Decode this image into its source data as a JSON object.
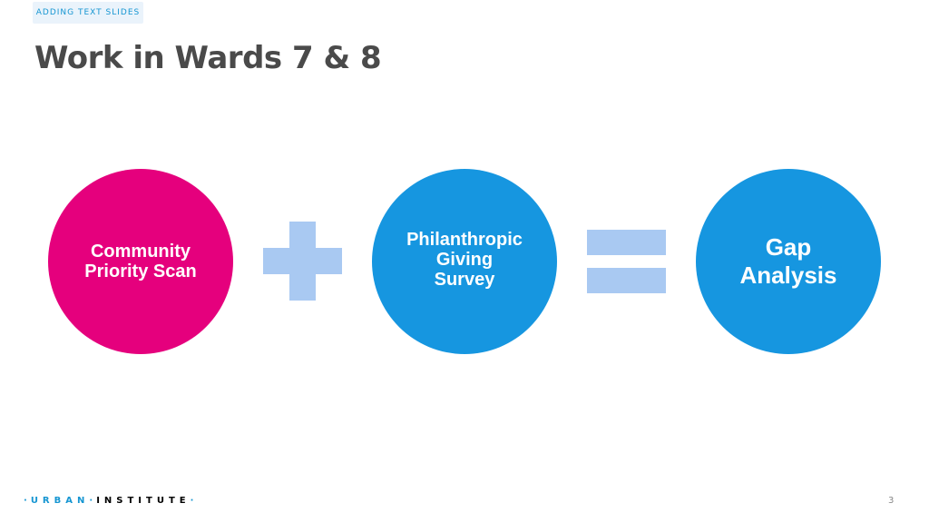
{
  "header": {
    "section_tag": "ADDING TEXT SLIDES",
    "title": "Work in Wards 7 & 8"
  },
  "diagram": {
    "items": [
      {
        "label": "Community\nPriority Scan",
        "color": "#e5007d"
      },
      {
        "label": "Philanthropic\nGiving\nSurvey",
        "color": "#1696e0"
      },
      {
        "label": "Gap\nAnalysis",
        "color": "#1696e0"
      }
    ],
    "operators": [
      "plus",
      "equals"
    ],
    "operator_color": "#a9c9f2"
  },
  "footer": {
    "logo_urban": "URBAN",
    "logo_institute": "INSTITUTE",
    "page_number": "3"
  }
}
